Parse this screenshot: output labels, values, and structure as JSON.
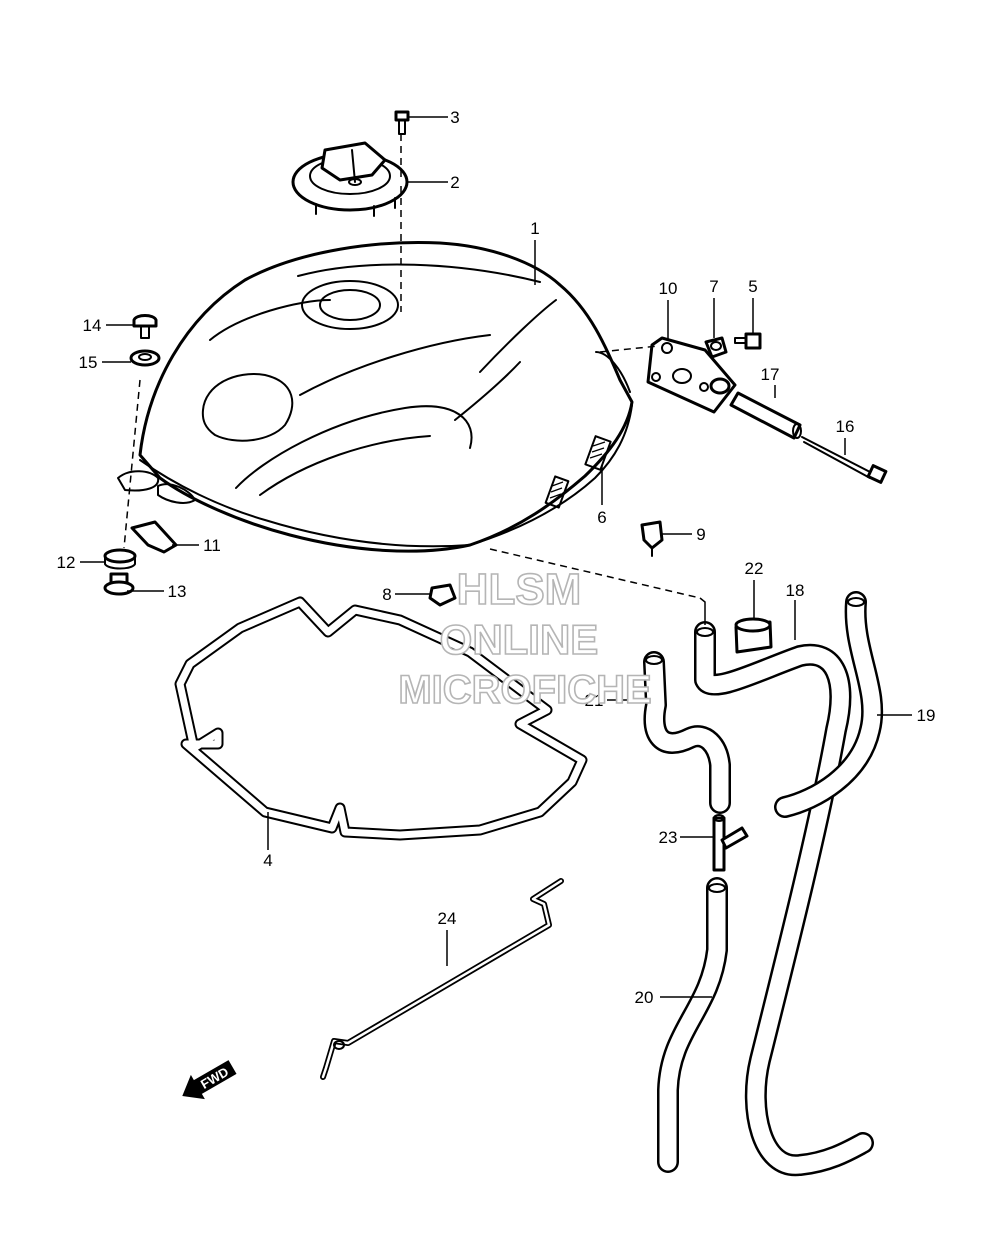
{
  "callouts": [
    "1",
    "2",
    "3",
    "4",
    "5",
    "6",
    "7",
    "8",
    "9",
    "10",
    "11",
    "12",
    "13",
    "14",
    "15",
    "16",
    "17",
    "18",
    "19",
    "20",
    "21",
    "22",
    "23",
    "24"
  ],
  "watermark": {
    "line1": "HLSM",
    "line2": "ONLINE",
    "line3": "MICROFICHE"
  },
  "direction_label": "FWD"
}
